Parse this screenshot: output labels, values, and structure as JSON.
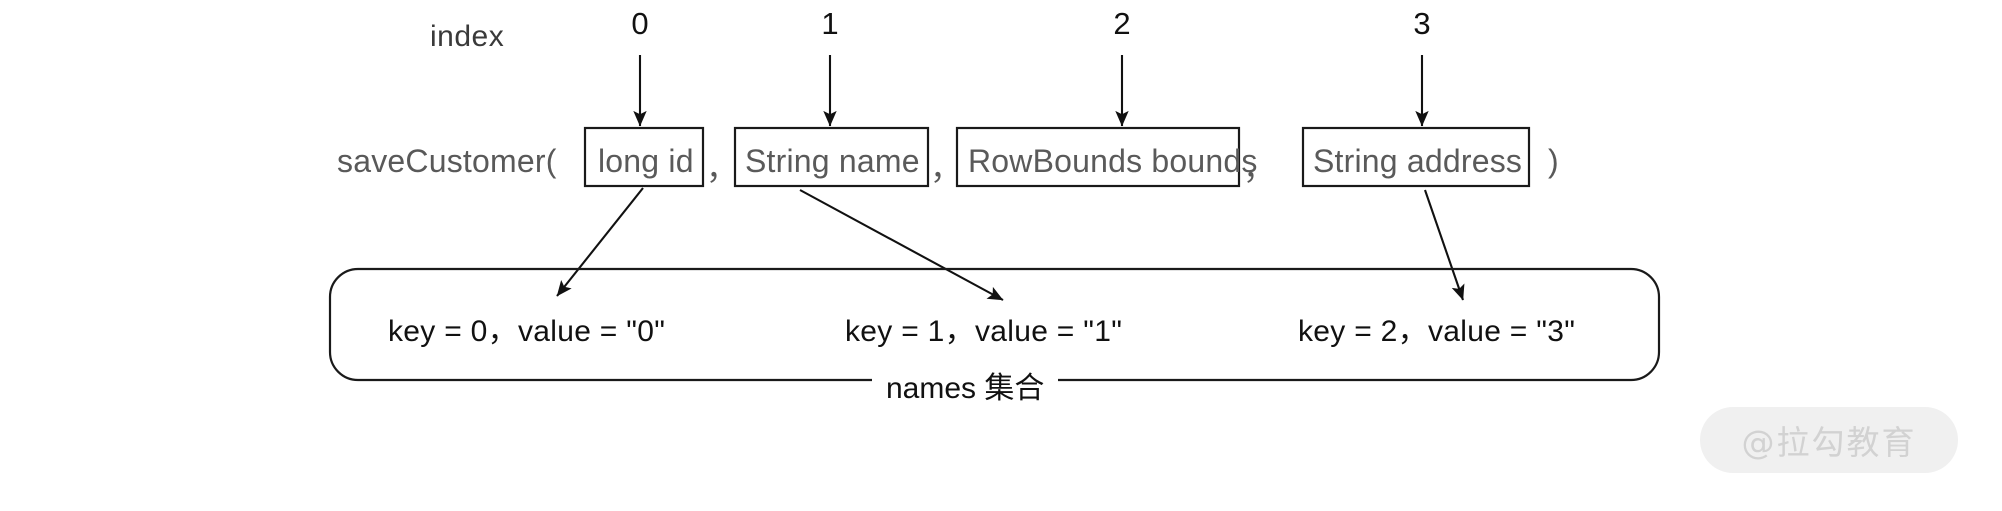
{
  "diagram": {
    "index_label": "index",
    "indices": [
      "0",
      "1",
      "2",
      "3"
    ],
    "signature": {
      "method_open": "saveCustomer(",
      "close_paren": ")",
      "separator": "，",
      "params": [
        {
          "text": "long id"
        },
        {
          "text": "String name"
        },
        {
          "text": "RowBounds bounds"
        },
        {
          "text": "String address"
        }
      ]
    },
    "collection": {
      "entries": [
        {
          "text": "key = 0，value = \"0\""
        },
        {
          "text": "key = 1，value = \"1\""
        },
        {
          "text": "key = 2，value = \"3\""
        }
      ],
      "caption": "names 集合"
    },
    "watermark": "@拉勾教育",
    "colors": {
      "background": "#ffffff",
      "stroke": "#1a1a1a",
      "signature_text": "#595959",
      "body_text": "#111111",
      "watermark_pill": "#f0f0f0",
      "watermark_text": "#d2d2d2"
    }
  }
}
